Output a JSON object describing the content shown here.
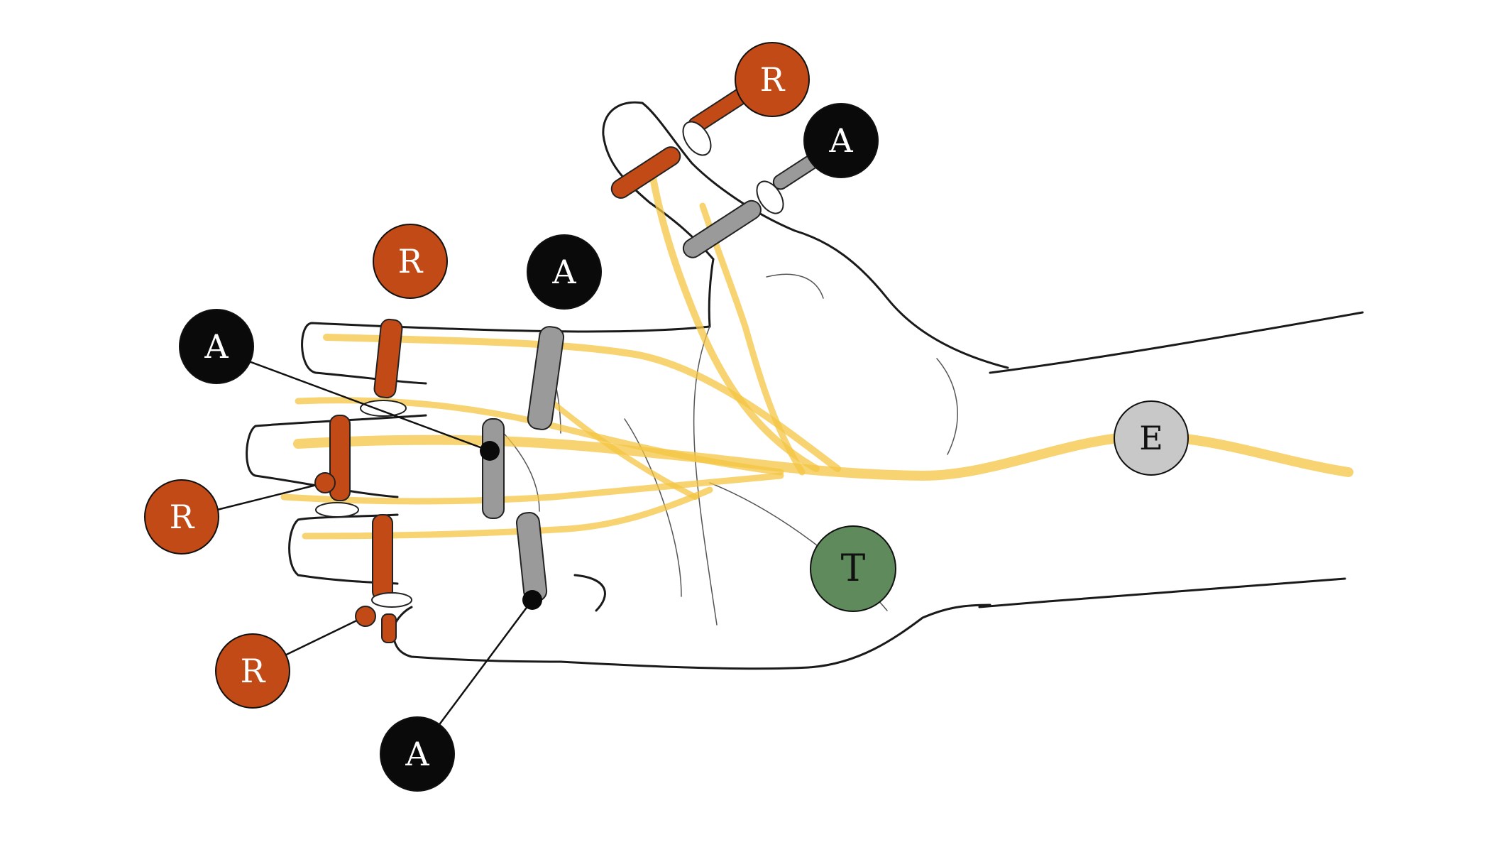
{
  "colors": {
    "R": "#c14a16",
    "A": "#0a0a0a",
    "E": "#c8c8c8",
    "T": "#5f8a5c",
    "nerve": "#f4c542",
    "ring_r": "#c14a16",
    "ring_a": "#9a9a9a"
  },
  "labels": [
    {
      "id": "thumb-r",
      "text": "R",
      "kind": "R"
    },
    {
      "id": "thumb-a",
      "text": "A",
      "kind": "A"
    },
    {
      "id": "index-r",
      "text": "R",
      "kind": "R"
    },
    {
      "id": "index-a",
      "text": "A",
      "kind": "A"
    },
    {
      "id": "middle-a",
      "text": "A",
      "kind": "A"
    },
    {
      "id": "middle-r",
      "text": "R",
      "kind": "R"
    },
    {
      "id": "ring-r",
      "text": "R",
      "kind": "R"
    },
    {
      "id": "ring-a",
      "text": "A",
      "kind": "A"
    },
    {
      "id": "forearm-e",
      "text": "E",
      "kind": "E"
    },
    {
      "id": "palm-t",
      "text": "T",
      "kind": "T"
    }
  ]
}
